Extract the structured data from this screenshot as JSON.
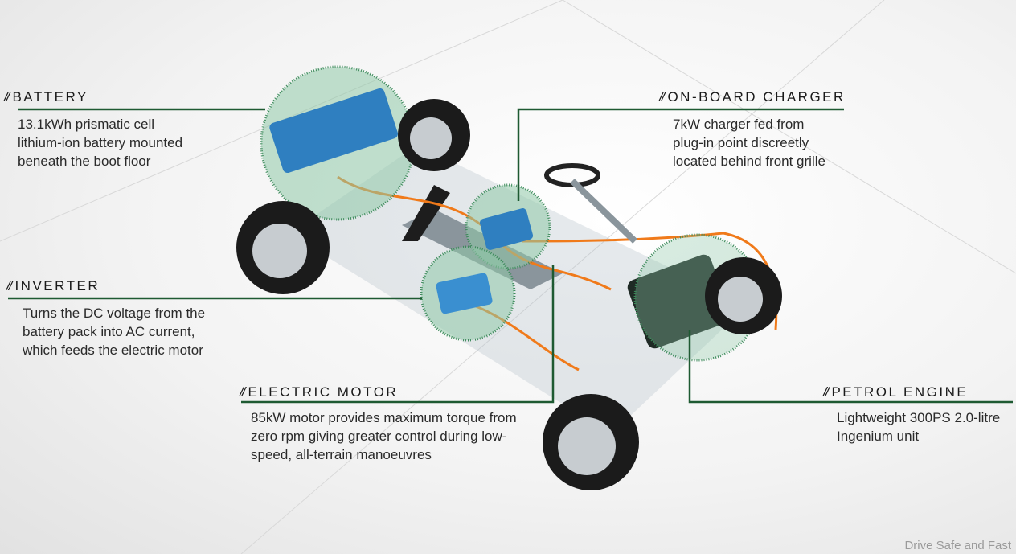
{
  "callouts": {
    "battery": {
      "title": "BATTERY",
      "lines": [
        "13.1kWh prismatic cell",
        "lithium-ion battery mounted",
        "beneath the boot floor"
      ]
    },
    "charger": {
      "title": "ON-BOARD CHARGER",
      "lines": [
        "7kW charger fed from",
        "plug-in point discreetly",
        "located behind front grille"
      ]
    },
    "inverter": {
      "title": "INVERTER",
      "lines": [
        "Turns the DC voltage from the",
        "battery pack into AC current,",
        "which feeds the electric motor"
      ]
    },
    "motor": {
      "title": "ELECTRIC MOTOR",
      "lines": [
        "85kW motor provides maximum torque from",
        "zero rpm giving greater control during low-",
        "speed, all-terrain manoeuvres"
      ]
    },
    "engine": {
      "title": "PETROL ENGINE",
      "lines": [
        "Lightweight 300PS 2.0-litre",
        "Ingenium unit"
      ]
    }
  },
  "prefix": "//",
  "watermark": "Drive Safe and Fast",
  "colors": {
    "leader": "#1e5a32",
    "highlight": "#7fbf9a",
    "component": "#2f7fc0",
    "cable": "#f07a1a"
  }
}
